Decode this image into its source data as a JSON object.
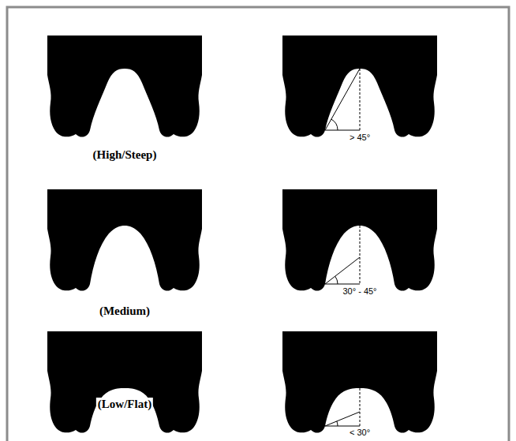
{
  "diagram": {
    "labels": [
      "(High/Steep)",
      "> 45°",
      "(Medium)",
      "30° - 45°",
      "(Low/Flat)",
      "< 30°"
    ]
  }
}
